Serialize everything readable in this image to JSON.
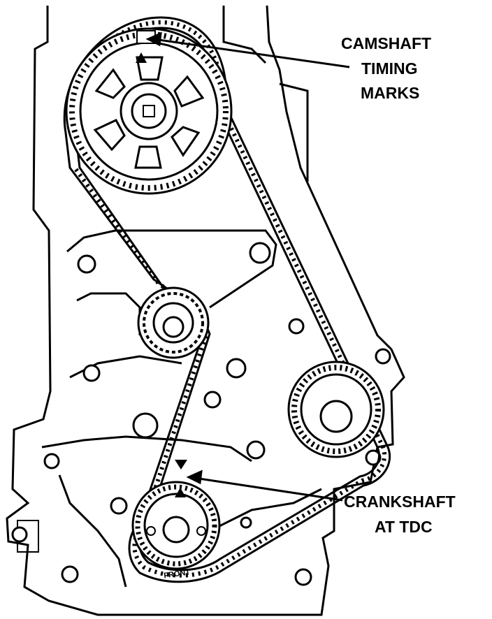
{
  "labels": {
    "camshaft_line1": "CAMSHAFT",
    "camshaft_line2": "TIMING",
    "camshaft_line3": "MARKS",
    "crankshaft_line1": "CRANKSHAFT",
    "crankshaft_line2": "AT TDC",
    "front_mark": "FRONT"
  },
  "colors": {
    "ink": "#000000",
    "paper": "#ffffff"
  },
  "icons": {
    "timing_mark": "triangle-marker"
  }
}
